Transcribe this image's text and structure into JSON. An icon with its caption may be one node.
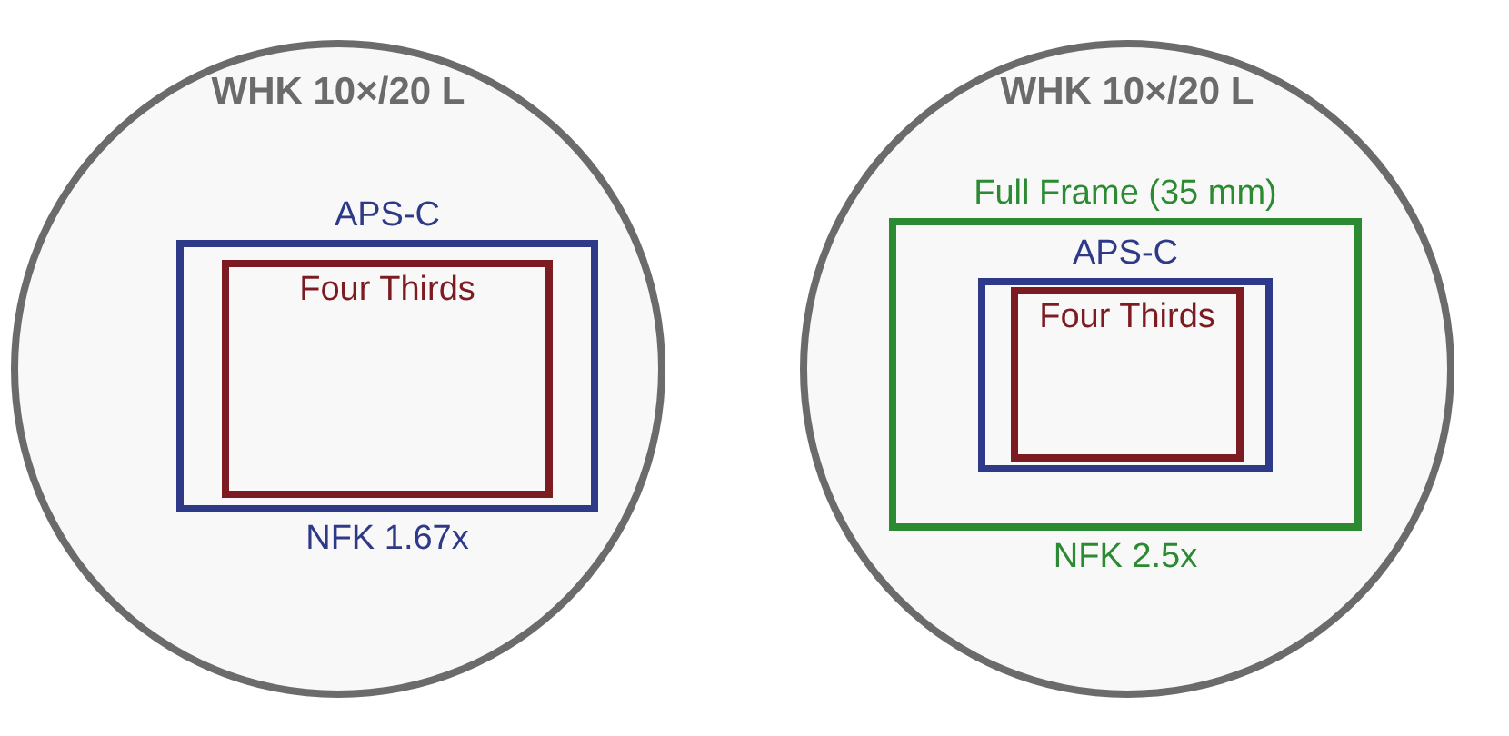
{
  "diagram": {
    "nodes": [
      {
        "text": [
          "WHK 10×/20 L"
        ]
      },
      {
        "text": [
          "APS-C",
          "NFK 1.67x"
        ],
        "in": 0
      },
      {
        "text": [
          "Four Thirds"
        ],
        "in": 1
      },
      {
        "text": [
          "WHK 10×/20 L"
        ]
      },
      {
        "text": [
          "Full Frame (35 mm)",
          "NFK 2.5x"
        ],
        "in": 3
      },
      {
        "text": [
          "APS-C"
        ],
        "in": 4
      },
      {
        "text": [
          "Four Thirds"
        ],
        "in": 5
      }
    ]
  }
}
